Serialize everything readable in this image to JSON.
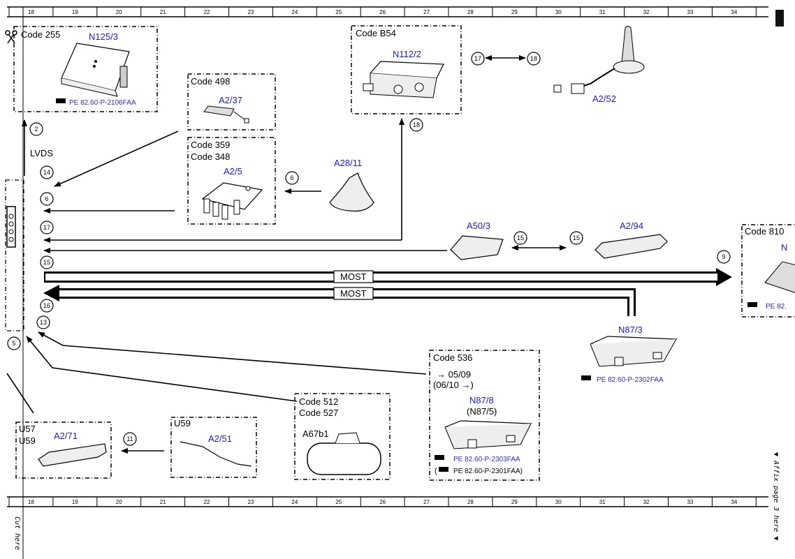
{
  "ruler": {
    "columns": [
      "18",
      "19",
      "20",
      "21",
      "22",
      "23",
      "24",
      "25",
      "26",
      "27",
      "28",
      "29",
      "30",
      "31",
      "32",
      "33",
      "34"
    ]
  },
  "side_text": {
    "cut_here": "Cut here",
    "affix": "▼ Affix page 3 here ▼"
  },
  "bus": {
    "lvds": "LVDS",
    "most_top": "MOST",
    "most_bottom": "MOST"
  },
  "modules": {
    "code255": {
      "code": "Code 255",
      "name": "N125/3",
      "ref": "PE 82.60-P-2106FAA"
    },
    "code498": {
      "code": "Code 498",
      "name": "A2/37"
    },
    "code359": {
      "code1": "Code 359",
      "code2": "Code 348",
      "name": "A2/5"
    },
    "a28": {
      "name": "A28/11"
    },
    "codeb54": {
      "code": "Code B54",
      "name": "N112/2"
    },
    "a252": {
      "name": "A2/52"
    },
    "a503": {
      "name": "A50/3"
    },
    "a294": {
      "name": "A2/94"
    },
    "code810": {
      "code": "Code 810",
      "name": "N",
      "ref": "PE 82."
    },
    "n873": {
      "name": "N87/3",
      "ref": "PE 82.60-P-2302FAA"
    },
    "code536": {
      "code": "Code 536",
      "date1": "→ 05/09",
      "date2": "(06/10 →)",
      "name": "N87/8",
      "alt": "(N87/5)",
      "ref1": "PE 82.60-P-2303FAA",
      "ref2": "PE 82.60-P-2301FAA)"
    },
    "code512": {
      "code1": "Code 512",
      "code2": "Code 527",
      "name": "A67b1"
    },
    "u59": {
      "code": "U59",
      "name": "A2/51"
    },
    "u57": {
      "code1": "U57",
      "code2": "U59",
      "name": "A2/71"
    }
  },
  "connectors": {
    "c2": "2",
    "c14": "14",
    "c6a": "6",
    "c17": "17",
    "c15": "15",
    "c16": "16",
    "c13": "13",
    "c5": "5",
    "c6b": "6",
    "c18a": "18",
    "c17b": "17",
    "c18b": "18",
    "c15a": "15",
    "c15b": "15",
    "c9": "9",
    "c11": "11"
  }
}
